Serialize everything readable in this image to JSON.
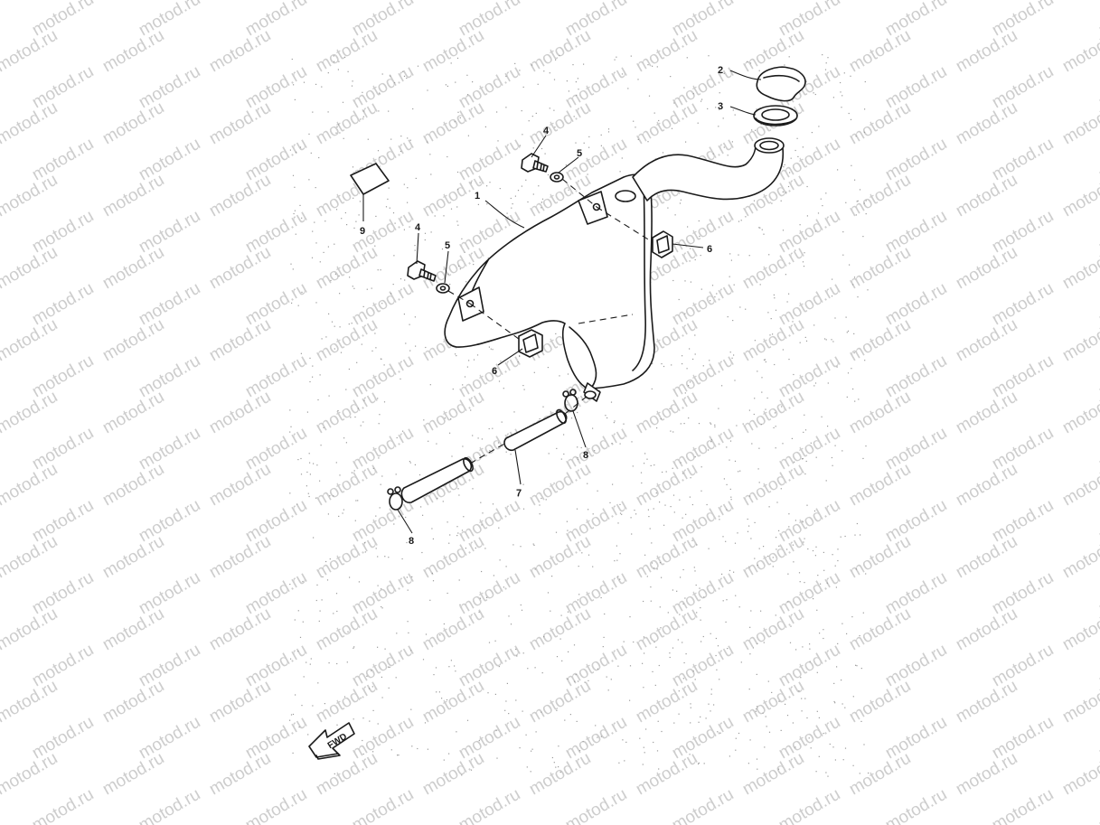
{
  "watermark": {
    "text": "motod.ru"
  },
  "fwd_marker": {
    "label": "FWD"
  },
  "callouts": [
    {
      "id": "1",
      "label": "1",
      "part": "oil-tank"
    },
    {
      "id": "2",
      "label": "2",
      "part": "tank-cap"
    },
    {
      "id": "3",
      "label": "3",
      "part": "cap-gasket"
    },
    {
      "id": "4a",
      "label": "4",
      "part": "bolt"
    },
    {
      "id": "5a",
      "label": "5",
      "part": "washer"
    },
    {
      "id": "4b",
      "label": "4",
      "part": "bolt"
    },
    {
      "id": "5b",
      "label": "5",
      "part": "washer"
    },
    {
      "id": "6a",
      "label": "6",
      "part": "damper"
    },
    {
      "id": "6b",
      "label": "6",
      "part": "damper"
    },
    {
      "id": "7",
      "label": "7",
      "part": "oil-hose"
    },
    {
      "id": "8a",
      "label": "8",
      "part": "hose-clip"
    },
    {
      "id": "8b",
      "label": "8",
      "part": "hose-clip"
    },
    {
      "id": "9",
      "label": "9",
      "part": "label-plate"
    }
  ]
}
